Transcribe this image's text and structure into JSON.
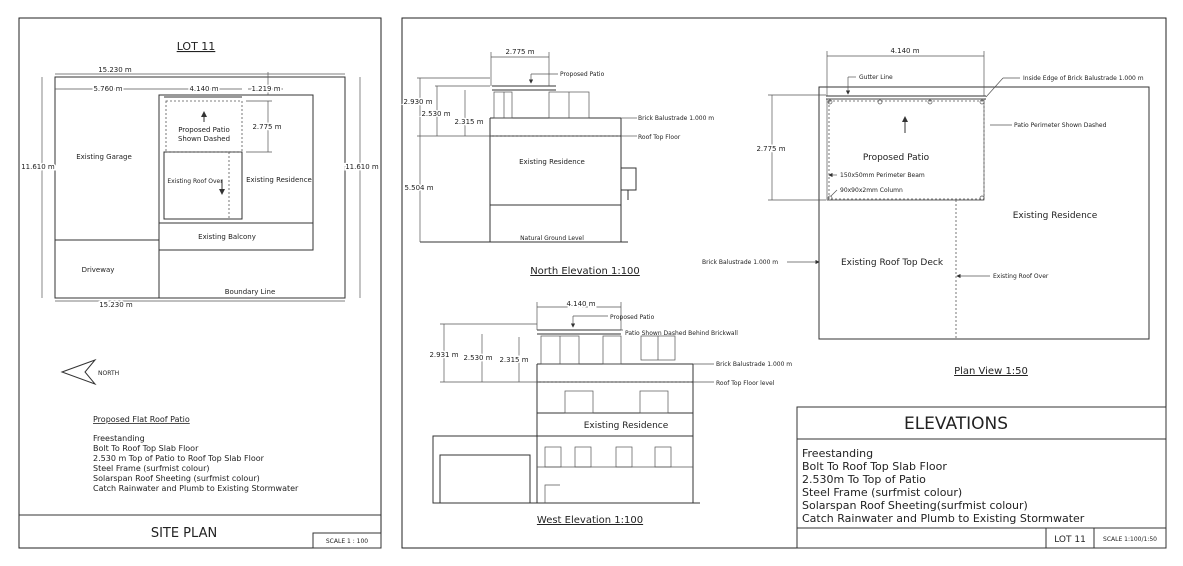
{
  "site_plan": {
    "lot_title": "LOT 11",
    "dims": {
      "top_width": "15.230 m",
      "garage_width": "5.760 m",
      "patio_width": "4.140 m",
      "setback": "1.219 m",
      "left_height": "11.610 m",
      "right_height": "11.610 m",
      "patio_depth": "2.775 m",
      "bottom_width": "15.230 m"
    },
    "labels": {
      "patio_line1": "Proposed Patio",
      "patio_line2": "Shown Dashed",
      "garage": "Existing Garage",
      "roof_over": "Existing Roof Over",
      "residence": "Existing Residence",
      "balcony": "Existing Balcony",
      "driveway": "Driveway",
      "boundary": "Boundary Line"
    },
    "north": "NORTH",
    "notes_title": "Proposed Flat Roof Patio",
    "notes": [
      "Freestanding",
      "Bolt To Roof Top Slab Floor",
      "2.530 m Top of Patio to Roof Top Slab Floor",
      "Steel Frame (surfmist colour)",
      "Solarspan Roof Sheeting (surfmist colour)",
      "Catch Rainwater and Plumb to Existing Stormwater"
    ],
    "footer_title": "SITE PLAN",
    "scale": "SCALE 1 : 100"
  },
  "north_elevation": {
    "title": "North Elevation   1:100",
    "dims": {
      "width": "2.775 m",
      "d1": "2.930 m",
      "d2": "2.530 m",
      "d3": "2.315 m",
      "d4": "5.504 m"
    },
    "labels": {
      "proposed_patio": "Proposed Patio",
      "balustrade": "Brick Balustrade 1.000 m",
      "roof_floor": "Roof Top Floor",
      "residence": "Existing Residence",
      "ground": "Natural Ground Level"
    }
  },
  "west_elevation": {
    "title": "West Elevation   1:100",
    "dims": {
      "width": "4.140 m",
      "d1": "2.931 m",
      "d2": "2.530 m",
      "d3": "2.315 m"
    },
    "labels": {
      "proposed_patio": "Proposed Patio",
      "patio_dashed": "Patio Shown Dashed Behind Brickwall",
      "balustrade": "Brick Balustrade 1.000 m",
      "roof_floor": "Roof Top Floor level",
      "residence": "Existing Residence"
    }
  },
  "plan_view": {
    "title": "Plan View   1:50",
    "dims": {
      "width": "4.140 m",
      "depth": "2.775 m"
    },
    "labels": {
      "gutter": "Gutter Line",
      "inside_edge": "Inside Edge of Brick Balustrade 1.000 m",
      "perimeter": "Patio Perimeter Shown Dashed",
      "proposed_patio": "Proposed Patio",
      "beam": "150x50mm Perimeter Beam",
      "column": "90x90x2mm Column",
      "residence": "Existing Residence",
      "balustrade": "Brick Balustrade 1.000 m",
      "roof_deck": "Existing Roof Top Deck",
      "roof_over": "Existing Roof Over"
    }
  },
  "elevations_block": {
    "title": "ELEVATIONS",
    "notes": [
      "Freestanding",
      "Bolt To Roof Top Slab Floor",
      "2.530m To Top of Patio",
      "Steel Frame (surfmist colour)",
      "Solarspan Roof Sheeting(surfmist colour)",
      "Catch Rainwater and Plumb to Existing Stormwater"
    ],
    "lot": "LOT 11",
    "scale": "SCALE 1:100/1:50"
  }
}
